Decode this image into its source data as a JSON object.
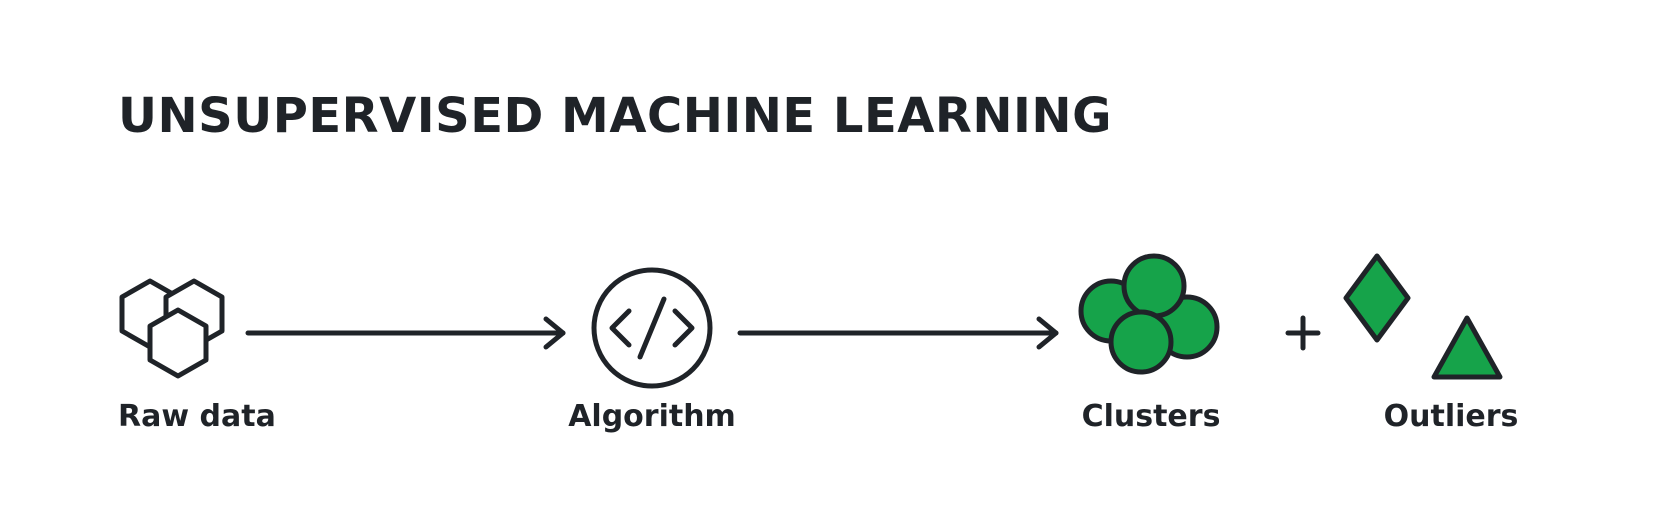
{
  "title": "UNSUPERVISED MACHINE LEARNING",
  "stages": {
    "raw_data": {
      "label": "Raw data",
      "icon": "hexagons-icon"
    },
    "algorithm": {
      "label": "Algorithm",
      "icon": "code-circle-icon"
    },
    "clusters": {
      "label": "Clusters",
      "icon": "cluster-circles-icon"
    },
    "outliers": {
      "label": "Outliers",
      "icon": "diamond-triangle-icon"
    }
  },
  "connectors": [
    "arrow-right-icon",
    "arrow-right-icon",
    "plus-icon"
  ],
  "colors": {
    "ink": "#1f2328",
    "accent_green": "#16a34a"
  }
}
